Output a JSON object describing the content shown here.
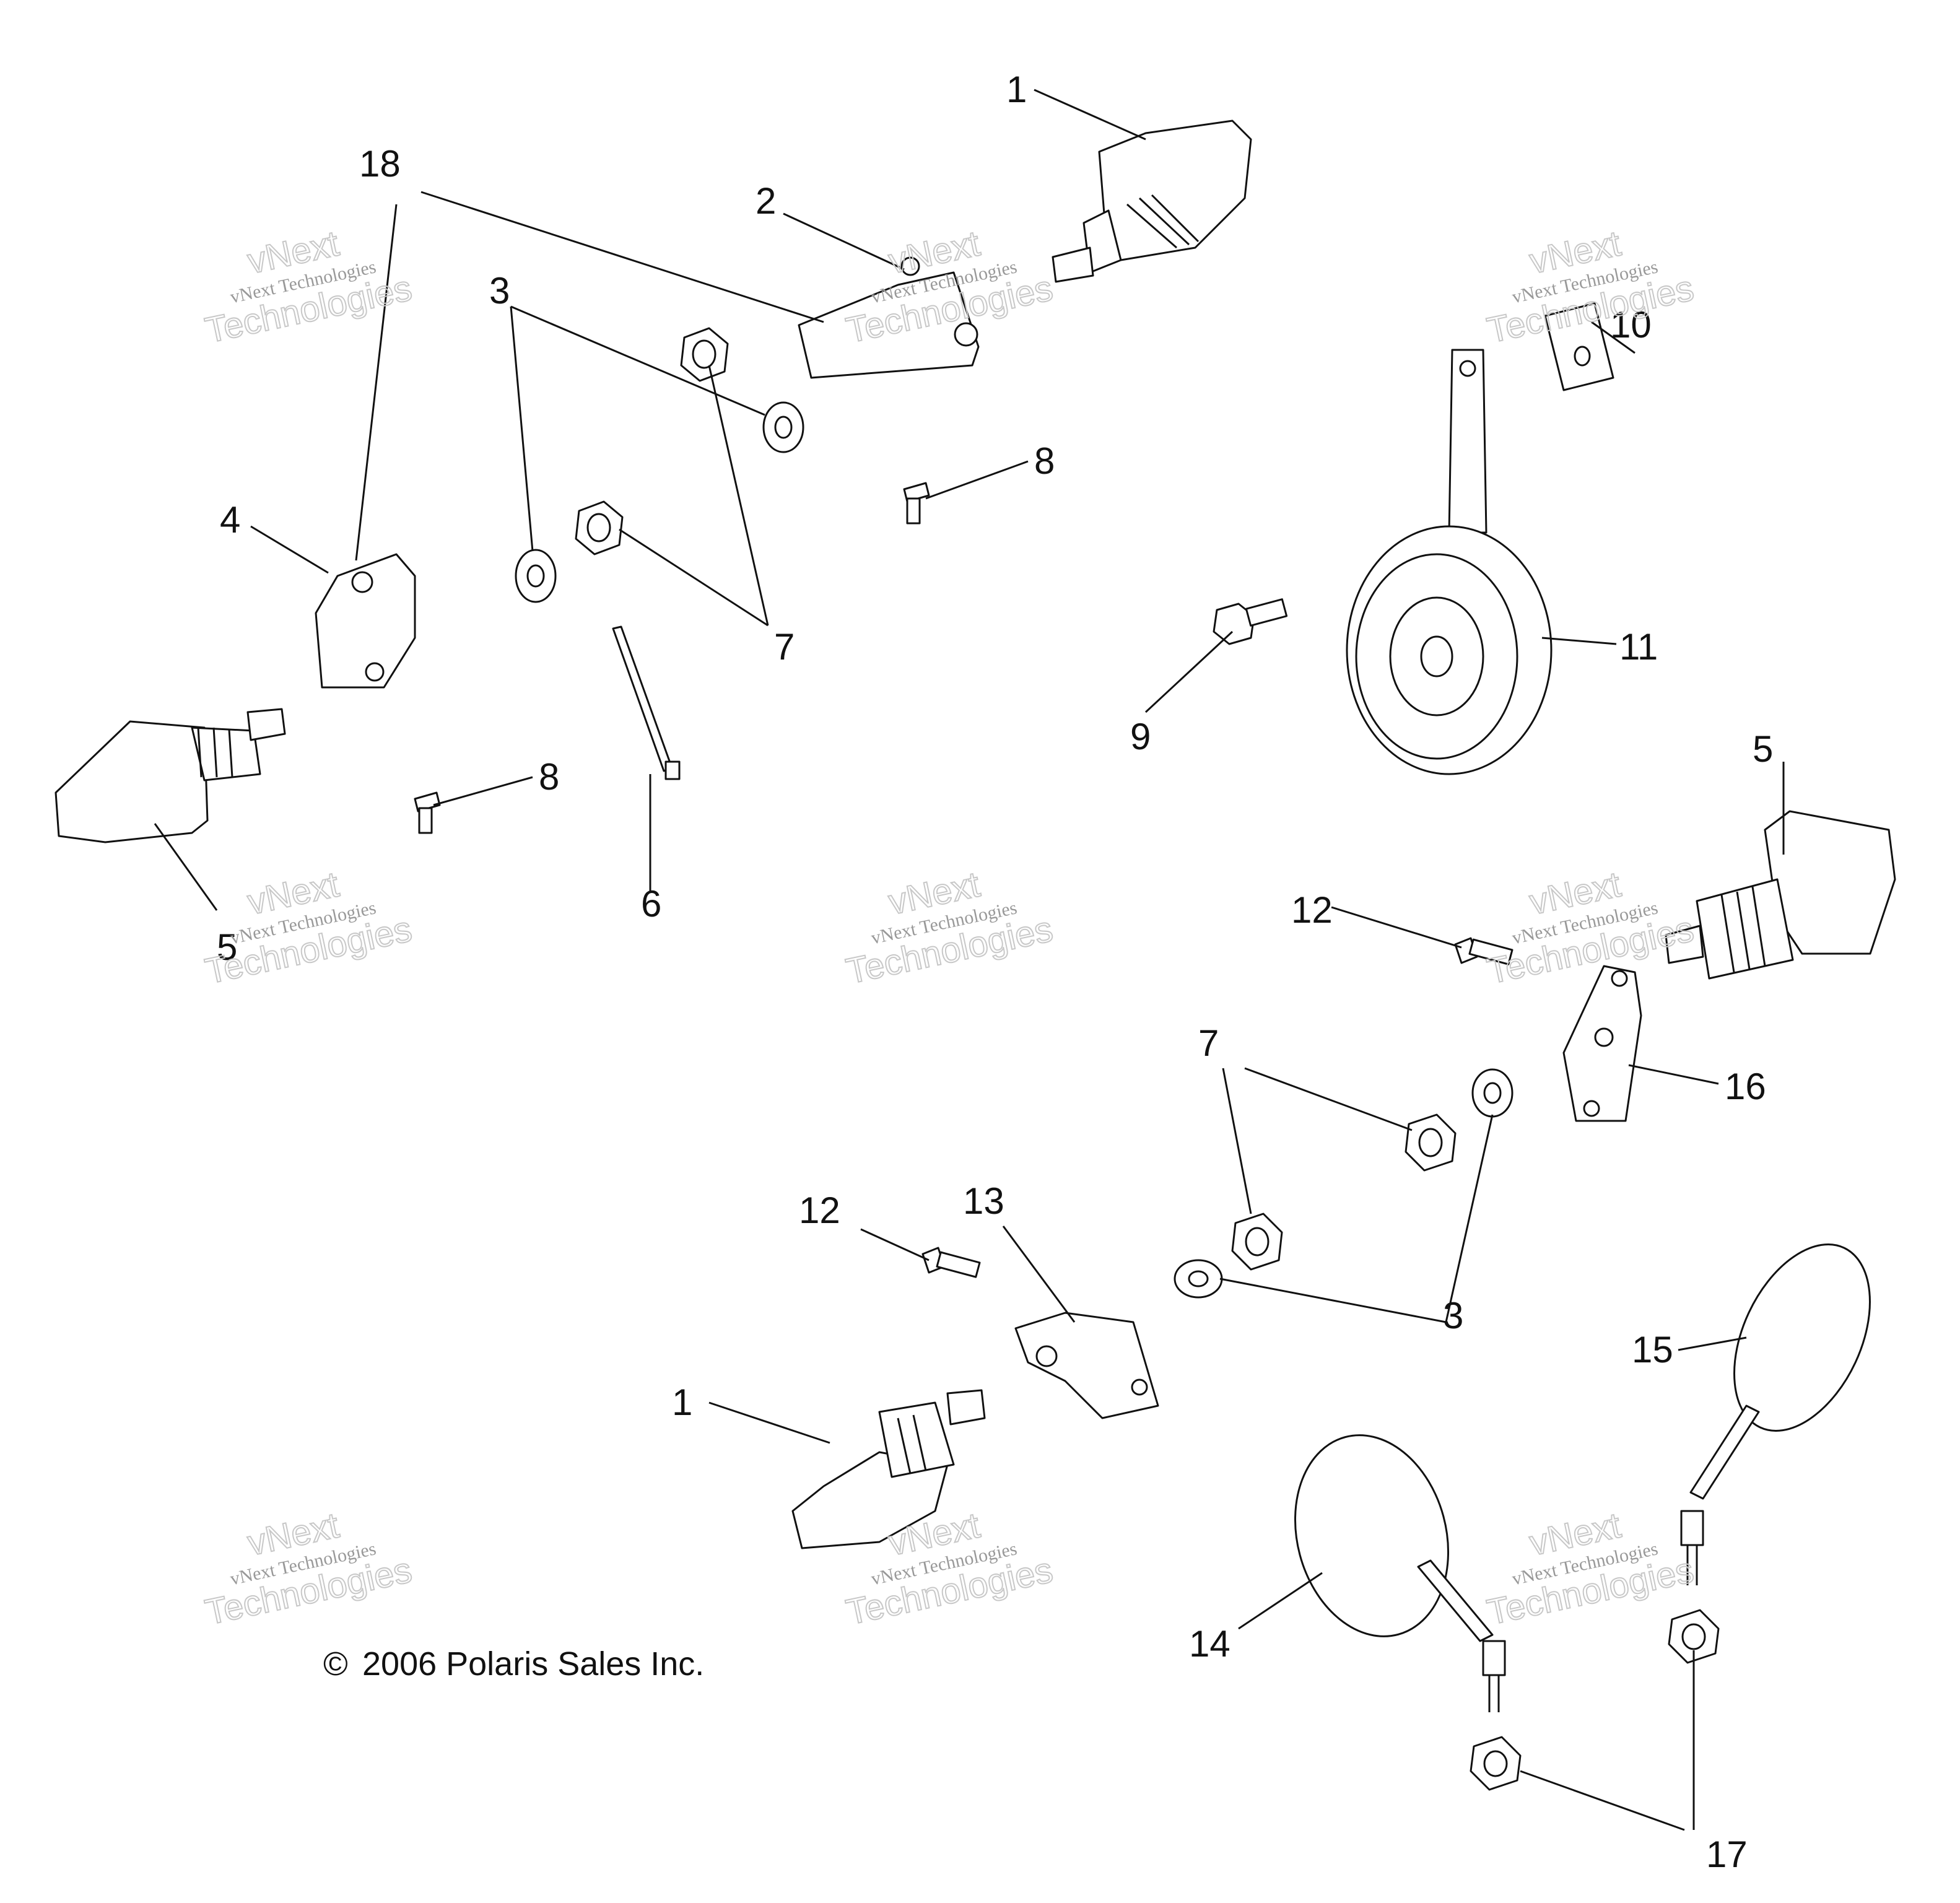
{
  "diagram": {
    "callouts": [
      "1",
      "1",
      "2",
      "3",
      "3",
      "4",
      "5",
      "5",
      "6",
      "7",
      "7",
      "8",
      "8",
      "9",
      "10",
      "11",
      "12",
      "12",
      "13",
      "14",
      "15",
      "16",
      "17",
      "18"
    ],
    "copyright": "2006 Polaris Sales Inc.",
    "copyright_symbol": "©",
    "watermark": {
      "line1": "vNext Technologies",
      "line2": "vNext",
      "line3": "Technologies"
    }
  }
}
